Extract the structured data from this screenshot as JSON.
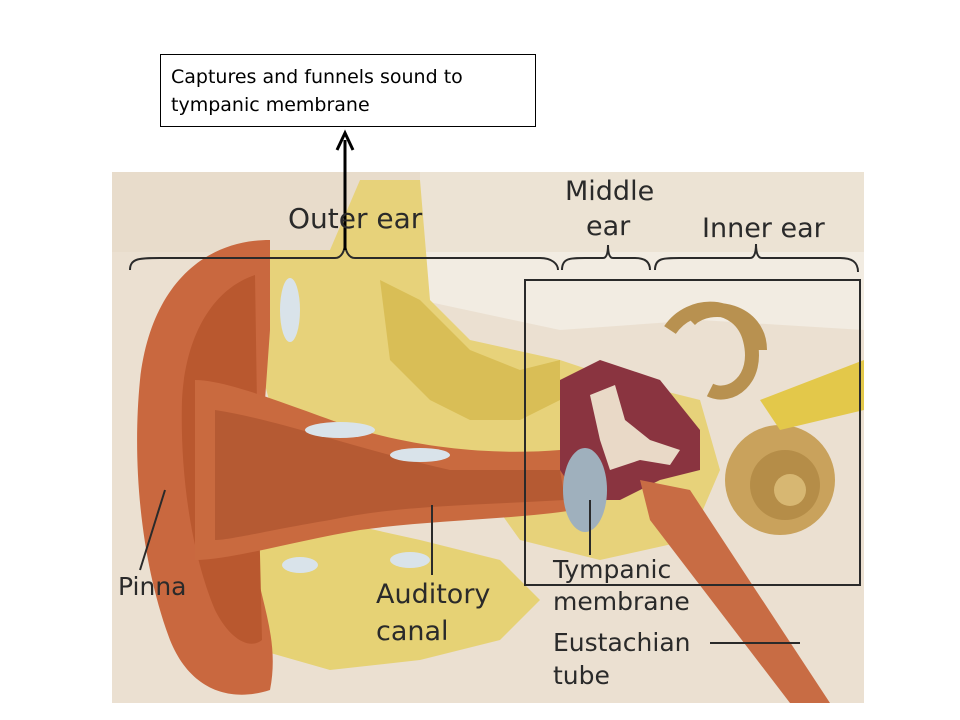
{
  "callout": {
    "text": "Captures and funnels sound to tympanic membrane"
  },
  "labels": {
    "outer_ear": "Outer ear",
    "middle_ear_1": "Middle",
    "middle_ear_2": "ear",
    "inner_ear": "Inner ear",
    "pinna": "Pinna",
    "auditory_canal_1": "Auditory",
    "auditory_canal_2": "canal",
    "tympanic_1": "Tympanic",
    "tympanic_2": "membrane",
    "eustachian_1": "Eustachian",
    "eustachian_2": "tube"
  },
  "colors": {
    "background_tissue": "#f2ece2",
    "skin": "#c9683f",
    "skin_dark": "#a84a2a",
    "cartilage": "#e9d76a",
    "bone": "#ead98f",
    "cavity": "#8a3440",
    "cochlea": "#c9a25c",
    "tympanic": "#9fb0bd"
  }
}
